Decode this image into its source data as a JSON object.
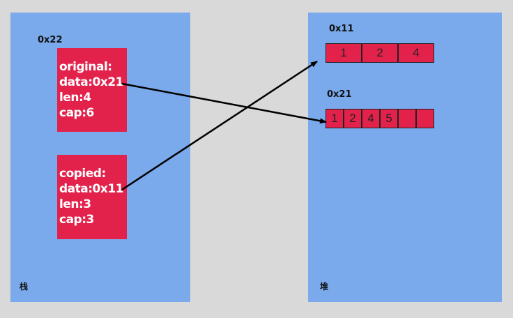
{
  "stack": {
    "label": "栈",
    "address": "0x22",
    "original": {
      "name": "original:",
      "data": "data:0x21",
      "len": "len:4",
      "cap": "cap:6"
    },
    "copied": {
      "name": "copied:",
      "data": "data:0x11",
      "len": "len:3",
      "cap": "cap:3"
    }
  },
  "heap": {
    "label": "堆",
    "array_small": {
      "address": "0x11",
      "cells": [
        "1",
        "2",
        "4"
      ]
    },
    "array_large": {
      "address": "0x21",
      "cells": [
        "1",
        "2",
        "4",
        "5",
        "",
        ""
      ]
    }
  },
  "colors": {
    "background": "#d9d9d9",
    "panel": "#7aaaeb",
    "block": "#e3224c",
    "arrow": "#000000"
  }
}
